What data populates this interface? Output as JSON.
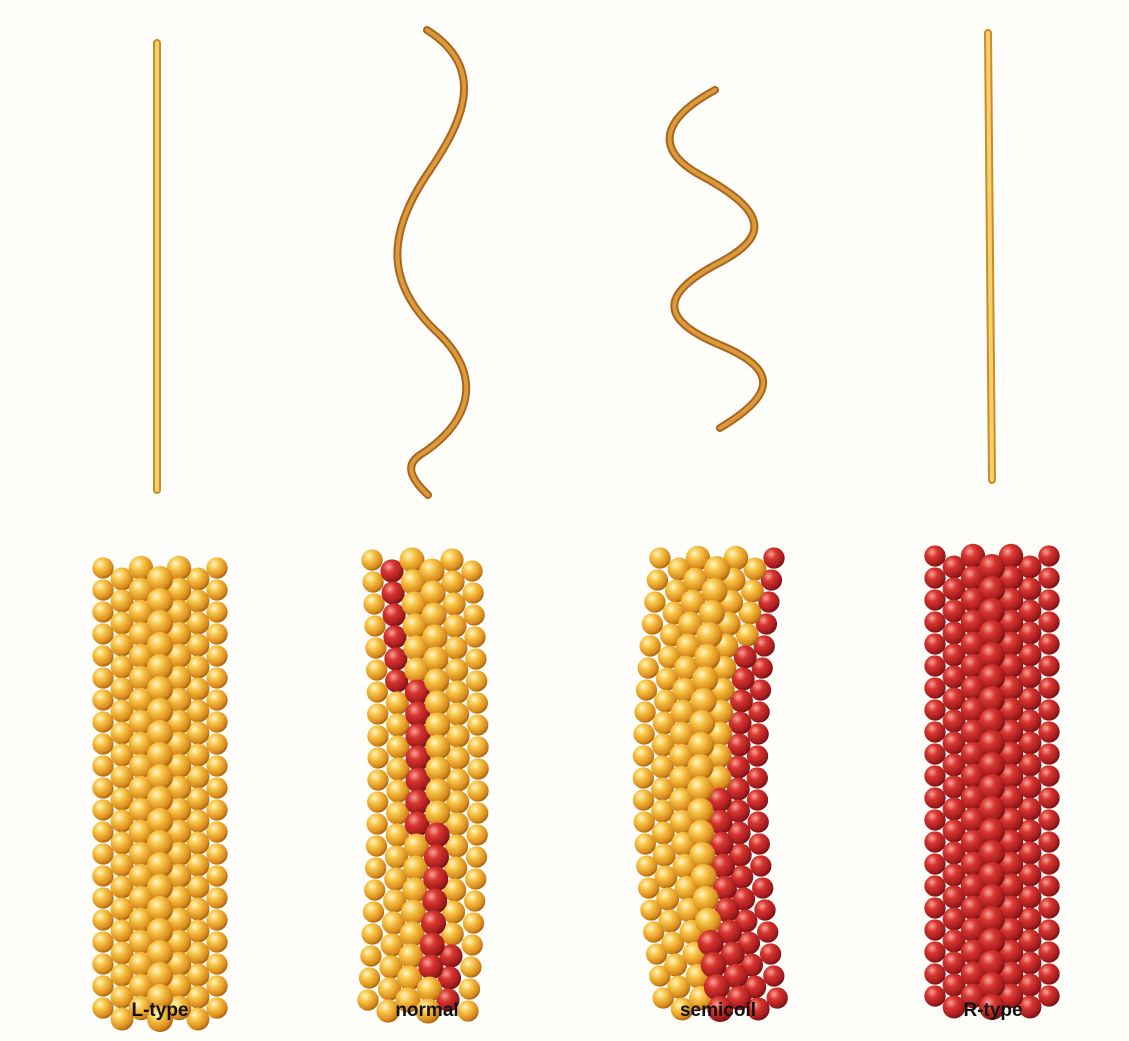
{
  "colors": {
    "background": "#fffefb",
    "subunit_L": "#f2b63a",
    "subunit_R": "#c62b2b",
    "filament_straight": "#f0c050",
    "filament_helical": "#c8842a"
  },
  "panels": [
    {
      "id": "l-type",
      "label": "L-type",
      "filament_shape": "straight",
      "subunit_state": "all L"
    },
    {
      "id": "normal",
      "label": "normal",
      "filament_shape": "helical",
      "subunit_state": "mixed L and R"
    },
    {
      "id": "semicoil",
      "label": "semicoil",
      "filament_shape": "helical",
      "subunit_state": "mixed L and R"
    },
    {
      "id": "r-type",
      "label": "R-type",
      "filament_shape": "straight",
      "subunit_state": "all R"
    }
  ]
}
